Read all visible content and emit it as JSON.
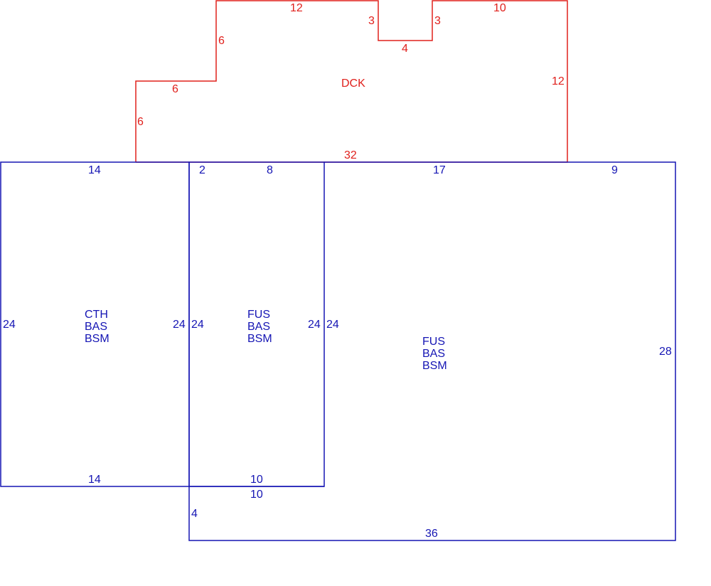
{
  "colors": {
    "deck": "#e0201c",
    "building": "#1515b4",
    "background": "#ffffff"
  },
  "deck": {
    "label": "DCK",
    "dims": {
      "top_left": "12",
      "notch_left": "3",
      "notch_bottom": "4",
      "notch_right": "3",
      "top_right": "10",
      "right": "12",
      "bottom": "32",
      "step_top_left": "6",
      "step_horizontal": "6",
      "step_left": "6"
    }
  },
  "left_section": {
    "labels": [
      "CTH",
      "BAS",
      "BSM"
    ],
    "dims": {
      "top": "14",
      "left": "24",
      "right": "24",
      "bottom": "14"
    }
  },
  "middle_section": {
    "labels": [
      "FUS",
      "BAS",
      "BSM"
    ],
    "dims": {
      "top_a": "2",
      "top_b": "8",
      "left": "24",
      "right": "24",
      "bottom": "10"
    }
  },
  "right_section": {
    "labels": [
      "FUS",
      "BAS",
      "BSM"
    ],
    "dims": {
      "top_a": "17",
      "top_b": "9",
      "left": "24",
      "right": "28",
      "bottom_outer": "36",
      "lower_left": "4",
      "lower_top": "10"
    }
  }
}
